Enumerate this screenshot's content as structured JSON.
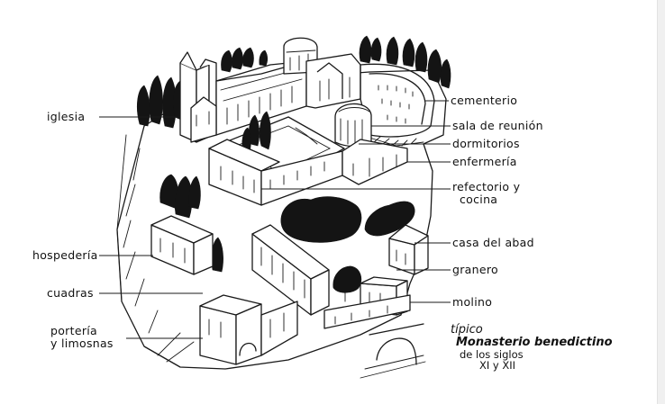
{
  "labels": {
    "iglesia": "iglesia",
    "cementerio": "cementerio",
    "sala_reunion": "sala de reunión",
    "dormitorios": "dormitorios",
    "enfermeria": "enfermería",
    "refectorio_1": "refectorio y",
    "refectorio_2": "cocina",
    "hospederia": "hospedería",
    "casa_abad": "casa del abad",
    "granero": "granero",
    "cuadras": "cuadras",
    "molino": "molino",
    "porteria_1": "portería",
    "porteria_2": "y limosnas"
  },
  "title": {
    "line1": "típico",
    "line2": "Monasterio benedictino",
    "line3": "de los siglos",
    "line4": "XI y XII"
  },
  "colors": {
    "ink": "#1a1a1a",
    "paper": "#ffffff"
  }
}
